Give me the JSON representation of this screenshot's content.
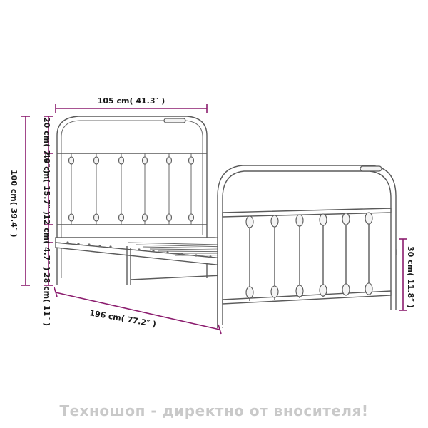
{
  "dimensions": {
    "width": "105 cm( 41.3″ )",
    "head_top": "20 cm( 7.9″ )",
    "head_mid": "40 cm( 15.7″ )",
    "head_low": "12 cm( 4.7″ )",
    "leg_clear": "28 cm( 11″ )",
    "total_height": "100 cm( 39.4″ )",
    "length": "196 cm( 77.2″ )",
    "foot_height": "30 cm( 11.8″ )"
  },
  "colors": {
    "dimension_line": "#8b1c6e",
    "frame_stroke": "#5a5a5a"
  },
  "watermark": "Техношоп - директно от вносителя!"
}
